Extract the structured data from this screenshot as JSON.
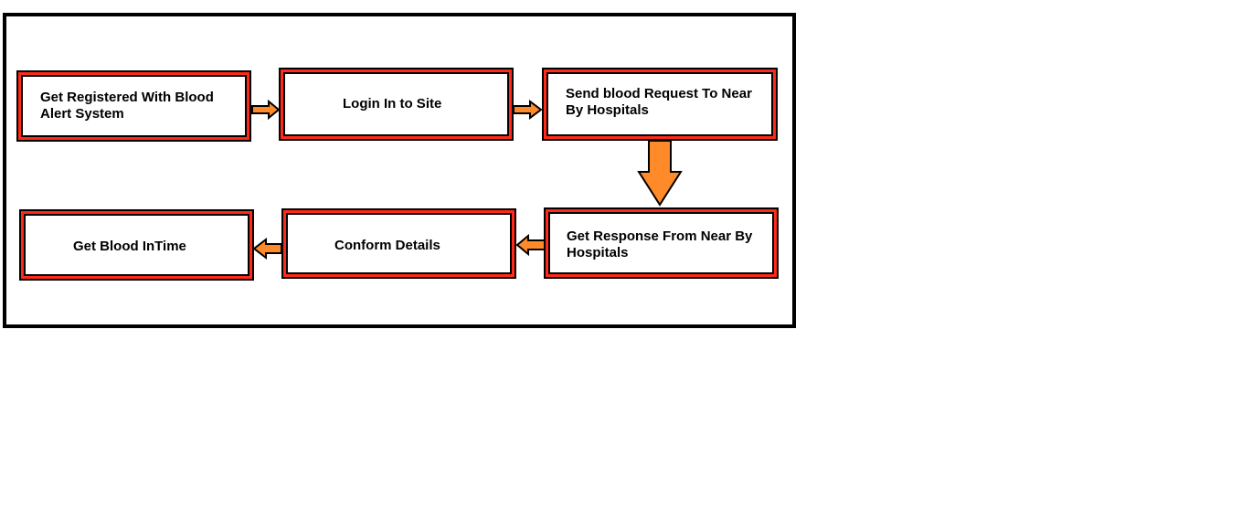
{
  "diagram": {
    "colors": {
      "box_border_outer": "#000000",
      "box_border_accent": "#ff2a1a",
      "arrow_fill": "#ff8a2a",
      "arrow_stroke": "#000000",
      "frame_border": "#000000"
    },
    "steps": [
      {
        "id": "step1",
        "label": "Get Registered With Blood Alert System"
      },
      {
        "id": "step2",
        "label": "Login In to Site"
      },
      {
        "id": "step3",
        "label": "Send blood Request To Near By Hospitals"
      },
      {
        "id": "step4",
        "label": "Get Response From Near By Hospitals"
      },
      {
        "id": "step5",
        "label": "Conform Details"
      },
      {
        "id": "step6",
        "label": "Get Blood InTime"
      }
    ],
    "flow": [
      [
        "step1",
        "step2"
      ],
      [
        "step2",
        "step3"
      ],
      [
        "step3",
        "step4"
      ],
      [
        "step4",
        "step5"
      ],
      [
        "step5",
        "step6"
      ]
    ]
  }
}
